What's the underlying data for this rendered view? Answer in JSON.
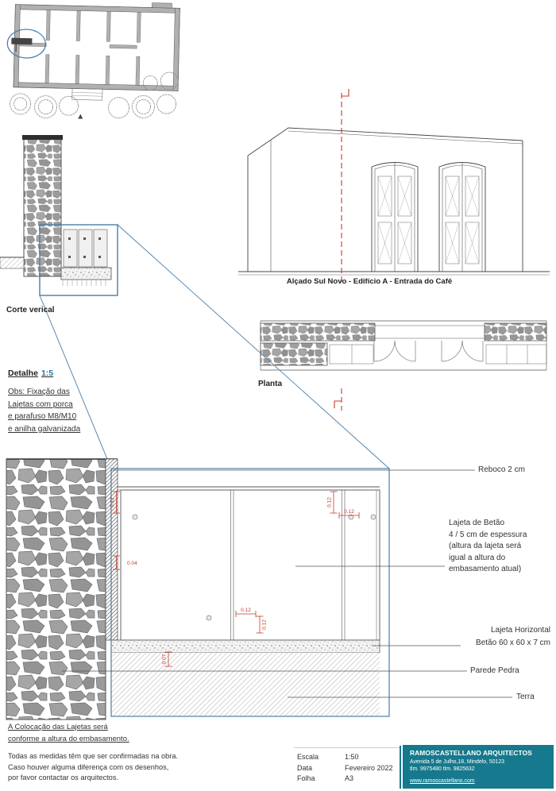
{
  "colors": {
    "detail_blue": "#4a7da9",
    "dim_red": "#c5392b",
    "brand_teal": "#16798d",
    "stone_gray": "#9b9b9b",
    "line_dark": "#3f3f3f"
  },
  "drawings": {
    "corte_label": "Corte verical",
    "alcado_label": "Alçado Sul Novo - Edifício A - Entrada do Café",
    "planta_label": "Planta",
    "detalhe_label": "Detalhe",
    "detalhe_scale": "1:5"
  },
  "obs": {
    "lines": [
      "Obs: Fixação das",
      "Lajetas com porca",
      "e parafuso M8/M10",
      "e anilha galvanizada"
    ]
  },
  "annotations": {
    "reboco": "Reboco 2 cm",
    "lajeta_betao_lines": [
      "Lajeta de Betão",
      "4 / 5 cm de espessura",
      "(altura da lajeta será",
      "igual a altura do",
      "embasamento atual)"
    ],
    "lajeta_horizontal_lines": [
      "Lajeta Horizontal",
      "Betão 60 x 60 x 7 cm"
    ],
    "parede_pedra": "Parede Pedra",
    "terra": "Terra"
  },
  "dims": {
    "tl_v": "0.12",
    "tl_h": "0.04",
    "tr_v": "0.12",
    "tr_h": "0.12",
    "bm_h": "0.12",
    "bm_v": "0.12",
    "bl_v": "0.07"
  },
  "notes": {
    "colocacao_lines": [
      "A Colocação das Lajetas será",
      "conforme a altura do embasamento."
    ],
    "medidas_lines": [
      "Todas as medidas têm que ser confirmadas na obra.",
      "Caso houver alguma diferença com os desenhos,",
      "por favor contactar os arquitectos."
    ]
  },
  "titleblock": {
    "escala_label": "Escala",
    "escala_value": "1:50",
    "data_label": "Data",
    "data_value": "Fevereiro 2022",
    "folha_label": "Folha",
    "folha_value": "A3",
    "company": "RAMOSCASTELLANO ARQUITECTOS",
    "address": "Avenida 5 de Julho,18, Mindelo, 50123",
    "phones": "tlm. 9975480 tlm. 9825632",
    "website": "www.ramoscastellano.com"
  }
}
